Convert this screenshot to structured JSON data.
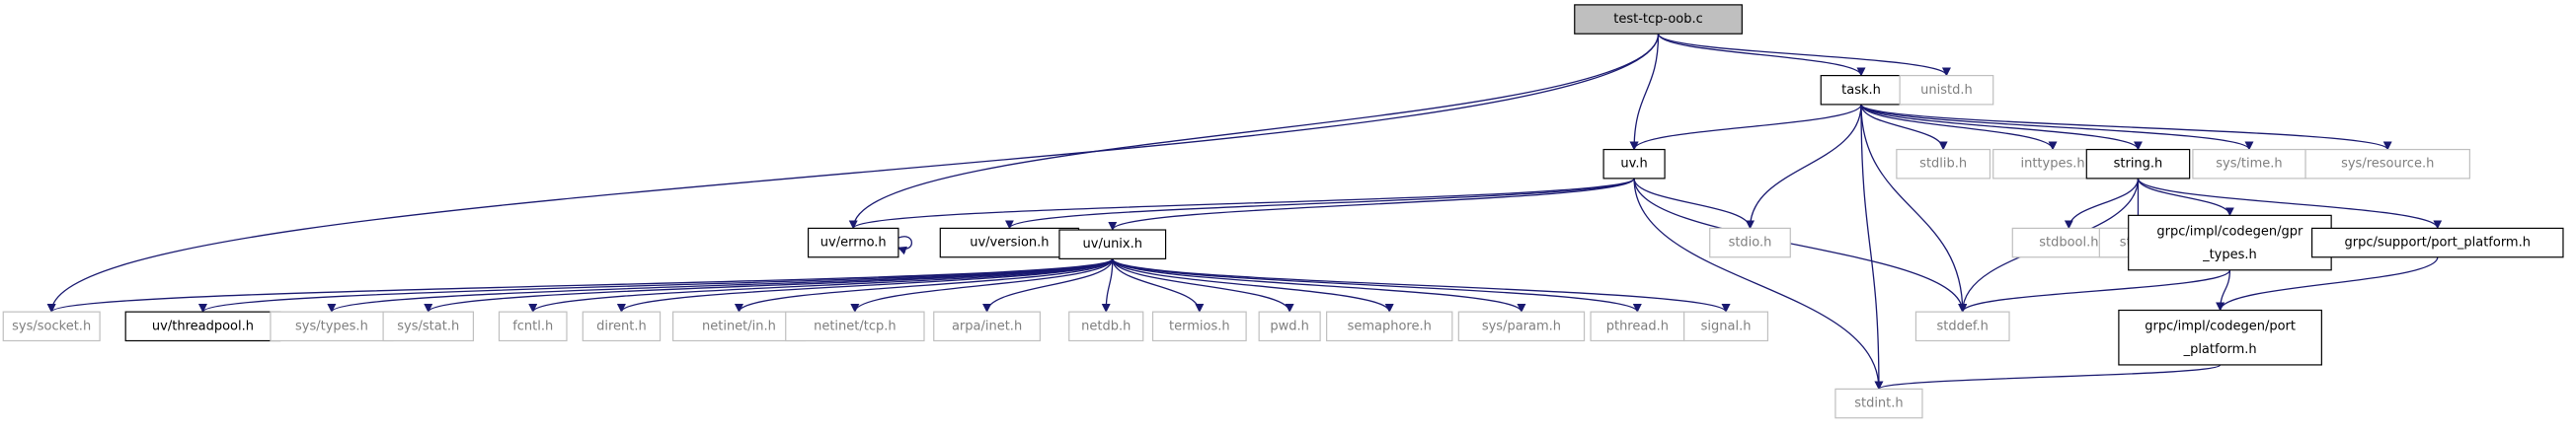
{
  "colors": {
    "edge": "#191970",
    "documented_border": "#000000",
    "external_border": "#bfbfbf",
    "external_text": "#7f7f7f",
    "root_fill": "#bfbfbf",
    "text": "#000000"
  },
  "nodes": [
    {
      "id": "test-tcp-oob",
      "label": "test-tcp-oob.c",
      "kind": "root"
    },
    {
      "id": "task",
      "label": "task.h",
      "kind": "documented"
    },
    {
      "id": "unistd",
      "label": "unistd.h",
      "kind": "external"
    },
    {
      "id": "uv",
      "label": "uv.h",
      "kind": "documented"
    },
    {
      "id": "stdlib",
      "label": "stdlib.h",
      "kind": "external"
    },
    {
      "id": "inttypes",
      "label": "inttypes.h",
      "kind": "external"
    },
    {
      "id": "string_h",
      "label": "string.h",
      "kind": "documented"
    },
    {
      "id": "systime",
      "label": "sys/time.h",
      "kind": "external"
    },
    {
      "id": "sysresource",
      "label": "sys/resource.h",
      "kind": "external"
    },
    {
      "id": "uverrno",
      "label": "uv/errno.h",
      "kind": "documented"
    },
    {
      "id": "uvversion",
      "label": "uv/version.h",
      "kind": "documented"
    },
    {
      "id": "uvunix",
      "label": "uv/unix.h",
      "kind": "documented"
    },
    {
      "id": "stdio",
      "label": "stdio.h",
      "kind": "external"
    },
    {
      "id": "stdbool",
      "label": "stdbool.h",
      "kind": "external"
    },
    {
      "id": "string_ext",
      "label": "string",
      "kind": "external"
    },
    {
      "id": "gprtypes",
      "label": "grpc/impl/codegen/gpr_types.h",
      "kind": "documented",
      "lines": [
        "grpc/impl/codegen/gpr",
        "_types.h"
      ]
    },
    {
      "id": "portplatform",
      "label": "grpc/support/port_platform.h",
      "kind": "documented"
    },
    {
      "id": "syssocket",
      "label": "sys/socket.h",
      "kind": "external"
    },
    {
      "id": "uvthreadpool",
      "label": "uv/threadpool.h",
      "kind": "documented"
    },
    {
      "id": "systypes",
      "label": "sys/types.h",
      "kind": "external"
    },
    {
      "id": "sysstat",
      "label": "sys/stat.h",
      "kind": "external"
    },
    {
      "id": "fcntl",
      "label": "fcntl.h",
      "kind": "external"
    },
    {
      "id": "dirent",
      "label": "dirent.h",
      "kind": "external"
    },
    {
      "id": "netinetin",
      "label": "netinet/in.h",
      "kind": "external"
    },
    {
      "id": "netinettcp",
      "label": "netinet/tcp.h",
      "kind": "external"
    },
    {
      "id": "arpainet",
      "label": "arpa/inet.h",
      "kind": "external"
    },
    {
      "id": "netdb",
      "label": "netdb.h",
      "kind": "external"
    },
    {
      "id": "termios",
      "label": "termios.h",
      "kind": "external"
    },
    {
      "id": "pwd",
      "label": "pwd.h",
      "kind": "external"
    },
    {
      "id": "semaphore",
      "label": "semaphore.h",
      "kind": "external"
    },
    {
      "id": "sysparam",
      "label": "sys/param.h",
      "kind": "external"
    },
    {
      "id": "pthread",
      "label": "pthread.h",
      "kind": "external"
    },
    {
      "id": "signal",
      "label": "signal.h",
      "kind": "external"
    },
    {
      "id": "stddef",
      "label": "stddef.h",
      "kind": "external"
    },
    {
      "id": "gprportplatform",
      "label": "grpc/impl/codegen/port_platform.h",
      "kind": "documented",
      "lines": [
        "grpc/impl/codegen/port",
        "_platform.h"
      ]
    },
    {
      "id": "stdint",
      "label": "stdint.h",
      "kind": "external"
    }
  ],
  "edges": [
    {
      "from": "test-tcp-oob",
      "to": "syssocket"
    },
    {
      "from": "test-tcp-oob",
      "to": "uverrno"
    },
    {
      "from": "test-tcp-oob",
      "to": "uv"
    },
    {
      "from": "test-tcp-oob",
      "to": "task"
    },
    {
      "from": "test-tcp-oob",
      "to": "unistd"
    },
    {
      "from": "task",
      "to": "uv"
    },
    {
      "from": "task",
      "to": "stdio"
    },
    {
      "from": "task",
      "to": "stdlib"
    },
    {
      "from": "task",
      "to": "inttypes"
    },
    {
      "from": "task",
      "to": "string_h"
    },
    {
      "from": "task",
      "to": "systime"
    },
    {
      "from": "task",
      "to": "sysresource"
    },
    {
      "from": "task",
      "to": "stddef"
    },
    {
      "from": "task",
      "to": "stdint"
    },
    {
      "from": "uv",
      "to": "uverrno"
    },
    {
      "from": "uv",
      "to": "uvversion"
    },
    {
      "from": "uv",
      "to": "uvunix"
    },
    {
      "from": "uv",
      "to": "stdio"
    },
    {
      "from": "uv",
      "to": "stddef"
    },
    {
      "from": "uv",
      "to": "stdint"
    },
    {
      "from": "uverrno",
      "to": "uverrno"
    },
    {
      "from": "string_h",
      "to": "stdbool"
    },
    {
      "from": "string_h",
      "to": "string_ext"
    },
    {
      "from": "string_h",
      "to": "gprtypes"
    },
    {
      "from": "string_h",
      "to": "portplatform"
    },
    {
      "from": "string_h",
      "to": "stddef"
    },
    {
      "from": "gprtypes",
      "to": "stddef"
    },
    {
      "from": "gprtypes",
      "to": "gprportplatform"
    },
    {
      "from": "portplatform",
      "to": "gprportplatform"
    },
    {
      "from": "gprportplatform",
      "to": "stdint"
    },
    {
      "from": "uvunix",
      "to": "syssocket"
    },
    {
      "from": "uvunix",
      "to": "uvthreadpool"
    },
    {
      "from": "uvunix",
      "to": "systypes"
    },
    {
      "from": "uvunix",
      "to": "sysstat"
    },
    {
      "from": "uvunix",
      "to": "fcntl"
    },
    {
      "from": "uvunix",
      "to": "dirent"
    },
    {
      "from": "uvunix",
      "to": "netinetin"
    },
    {
      "from": "uvunix",
      "to": "netinettcp"
    },
    {
      "from": "uvunix",
      "to": "arpainet"
    },
    {
      "from": "uvunix",
      "to": "netdb"
    },
    {
      "from": "uvunix",
      "to": "termios"
    },
    {
      "from": "uvunix",
      "to": "pwd"
    },
    {
      "from": "uvunix",
      "to": "semaphore"
    },
    {
      "from": "uvunix",
      "to": "sysparam"
    },
    {
      "from": "uvunix",
      "to": "pthread"
    },
    {
      "from": "uvunix",
      "to": "signal"
    }
  ]
}
